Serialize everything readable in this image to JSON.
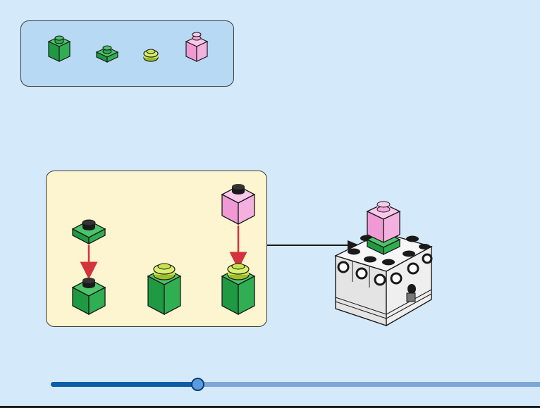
{
  "parts_list": {
    "items": [
      {
        "part": "brick-1x1",
        "color": "#2fa84f",
        "icon": "green-brick-1x1-icon"
      },
      {
        "part": "plate-1x1",
        "color": "#2fa84f",
        "icon": "green-plate-1x1-icon"
      },
      {
        "part": "round-plate-1x1",
        "color": "#c7e34e",
        "icon": "lime-round-plate-icon"
      },
      {
        "part": "brick-1x1",
        "color": "#f4a8dc",
        "icon": "pink-brick-1x1-icon"
      }
    ]
  },
  "sub_assembly": {
    "background": "#fdf5cf",
    "arrow_color": "#d3333d",
    "steps": [
      {
        "attach": "green-plate-1x1",
        "onto": "green-brick-1x1"
      },
      {
        "result": "lime-round-plate-on-green-brick"
      },
      {
        "attach": "pink-brick-1x1",
        "onto": "lime-round-plate-on-green-brick"
      }
    ]
  },
  "model": {
    "body_color": "#eeeeee",
    "attach_arrow_color": "#111111"
  },
  "progress": {
    "value_fraction": 0.3,
    "track_color": "#7ea7d8",
    "fill_color": "#0e5da7"
  }
}
